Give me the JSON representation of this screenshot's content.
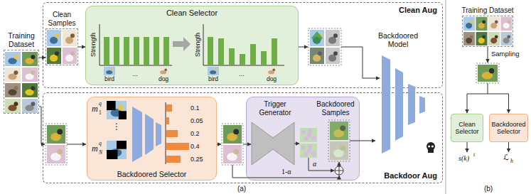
{
  "diagram": {
    "nodes": [
      {
        "text": [
          "Training Dataset"
        ]
      },
      {
        "text": [
          "Clean Aug"
        ]
      },
      {
        "text": [
          "Clean Samples"
        ],
        "in": 1
      },
      {
        "text": [
          "Clean Selector"
        ],
        "in": 1
      },
      {
        "text": [
          "Backdoor Aug"
        ]
      },
      {
        "text": [
          "Backdoored Selector"
        ],
        "in": 4
      },
      {
        "text": [
          "Trigger Generator",
          "Backdoored Samples"
        ],
        "in": 4
      },
      {
        "text": [
          "Backdoored Model"
        ]
      },
      {
        "text": [
          "Training Dataset"
        ]
      },
      {
        "text": [
          "Clean Selector"
        ]
      },
      {
        "text": [
          "Backdoored Selector"
        ]
      }
    ],
    "edges": [
      {
        "from": 0,
        "to": 2,
        "arrow": "to"
      },
      {
        "from": 2,
        "to": 3,
        "arrow": "to"
      },
      {
        "from": 6,
        "to": 7,
        "arrow": "to"
      }
    ],
    "labels": [
      "Strength",
      "bird",
      "...",
      "dog",
      "Strength",
      "bird",
      "...",
      "dog",
      "m",
      "1",
      "q",
      "⋮",
      "m",
      "N",
      "q",
      "0.1",
      "0.05",
      "0.2",
      "0.4",
      "0.25",
      "α",
      "1-α",
      "Sampling",
      "s(k)",
      "t",
      "ℒ",
      "h",
      "(a)",
      "(b)"
    ]
  }
}
